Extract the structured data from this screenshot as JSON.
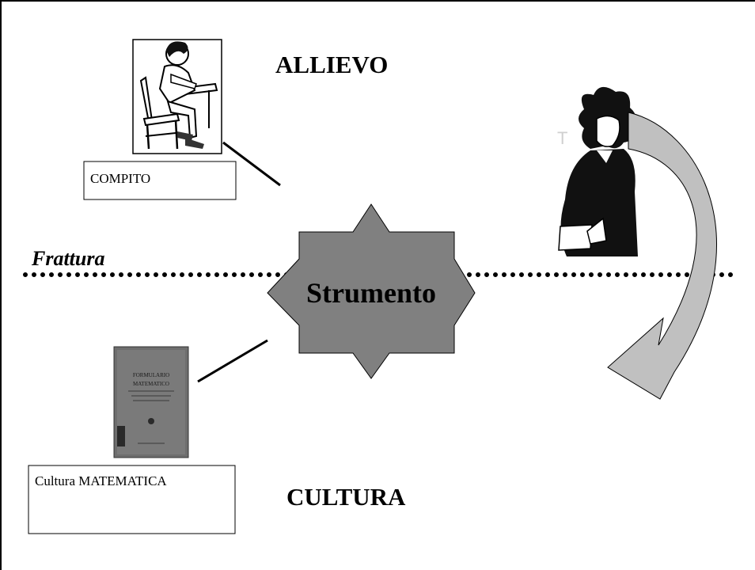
{
  "heading_student": "ALLIEVO",
  "heading_culture": "CULTURA",
  "center_label": "Strumento",
  "fracture_label": "Frattura",
  "task_box": {
    "label": "COMPITO"
  },
  "culture_box": {
    "label": "Cultura MATEMATICA"
  },
  "book_cover": {
    "line1": "FORMULARIO",
    "line2": "MATEMATICO"
  },
  "colors": {
    "star_fill": "#808080",
    "arrow_fill": "#c0c0c0",
    "line": "#000000"
  },
  "icons": [
    "student-at-desk-icon",
    "teacher-icon",
    "book-icon",
    "curved-arrow-icon"
  ]
}
